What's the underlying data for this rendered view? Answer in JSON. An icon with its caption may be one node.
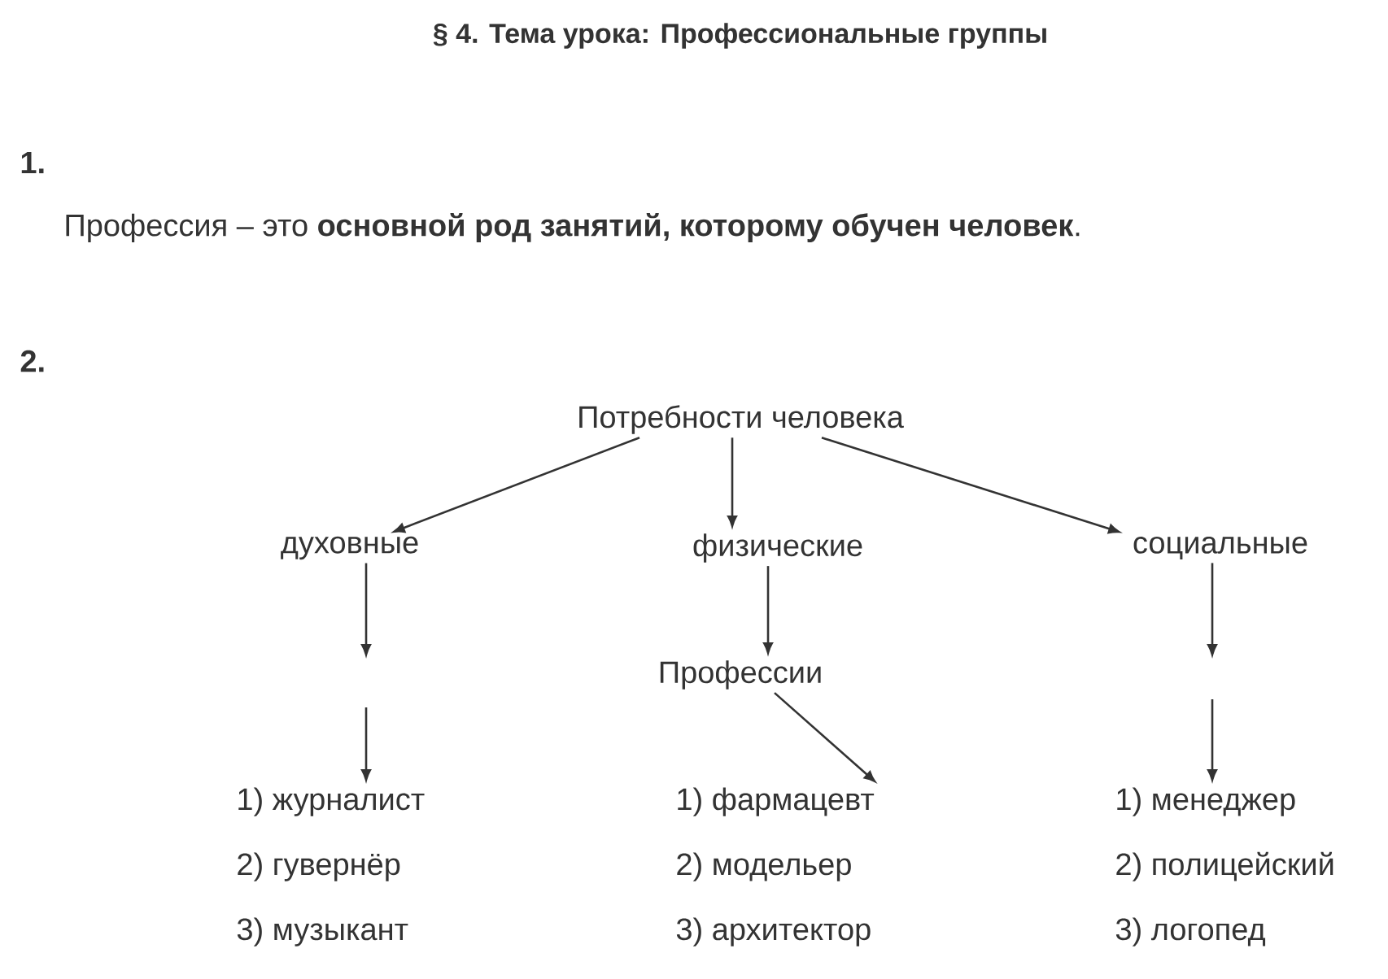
{
  "diagram": {
    "title": "§ 4. Тема урока: Профессиональные группы",
    "nodes": [
      {
        "text": [
          "Потребности человека"
        ]
      },
      {
        "text": [
          "духовные"
        ]
      },
      {
        "text": [
          "физические"
        ]
      },
      {
        "text": [
          "социальные"
        ]
      },
      {
        "text": [
          "Профессии"
        ]
      },
      {
        "text": [
          "1) журналист",
          "2) гувернёр",
          "3) музыкант"
        ]
      },
      {
        "text": [
          "1) фармацевт",
          "2) модельер",
          "3) архитектор"
        ]
      },
      {
        "text": [
          "1) менеджер",
          "2) полицейский",
          "3) логопед"
        ]
      }
    ],
    "edges": [
      {
        "from": 0,
        "to": 1,
        "arrow": "to"
      },
      {
        "from": 0,
        "to": 2,
        "arrow": "to"
      },
      {
        "from": 0,
        "to": 3,
        "arrow": "to"
      },
      {
        "from": 1,
        "to": null,
        "arrow": "to"
      },
      {
        "from": null,
        "to": 5,
        "arrow": "to"
      },
      {
        "from": 2,
        "to": 4,
        "arrow": "to"
      },
      {
        "from": 4,
        "to": 6,
        "arrow": "to"
      },
      {
        "from": 3,
        "to": null,
        "arrow": "to"
      },
      {
        "from": null,
        "to": 7,
        "arrow": "to"
      }
    ],
    "labels": [
      "1.",
      "Профессия – это **основной род занятий, которому обучен человек**.",
      "2."
    ]
  }
}
